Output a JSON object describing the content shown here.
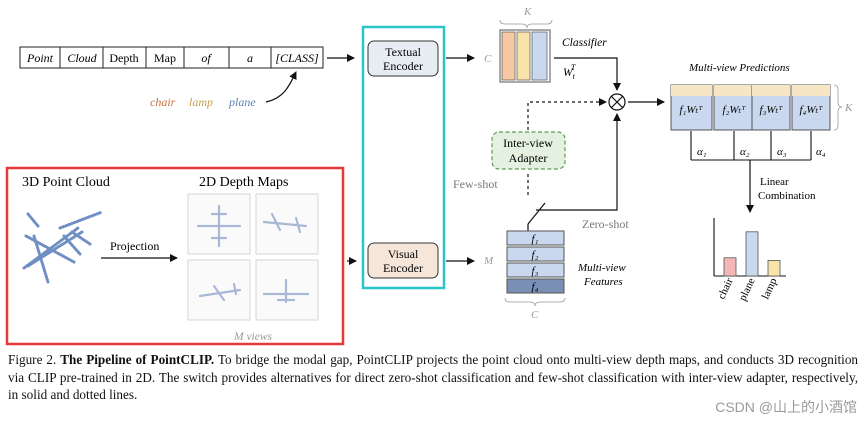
{
  "prompt_tokens": [
    "Point",
    "Cloud",
    "Depth",
    "Map",
    "of",
    "a",
    "[CLASS]"
  ],
  "class_words": [
    {
      "text": "chair",
      "color": "#c0713c"
    },
    {
      "text": "lamp",
      "color": "#c9a04a"
    },
    {
      "text": "plane",
      "color": "#5b7fb4"
    }
  ],
  "textual_encoder": [
    "Textual",
    "Encoder"
  ],
  "visual_encoder": [
    "Visual",
    "Encoder"
  ],
  "label_K": "K",
  "label_C": "C",
  "label_M": "M",
  "classifier": "Classifier",
  "wt": "W",
  "wt_sup": "T",
  "wt_sub": "t",
  "multiview_predictions": "Multi-view Predictions",
  "predictions": [
    "f₁Wₜᵀ",
    "f₂Wₜᵀ",
    "f₃Wₜᵀ",
    "f₄Wₜᵀ"
  ],
  "alphas": [
    "α₁",
    "α₂",
    "α₃",
    "α₄"
  ],
  "inter_view_adapter": [
    "Inter-view",
    "Adapter"
  ],
  "few_shot": "Few-shot",
  "zero_shot": "Zero-shot",
  "linear_combination": [
    "Linear",
    "Combination"
  ],
  "point_cloud_title": "3D Point Cloud",
  "depth_maps_title": "2D Depth Maps",
  "projection": "Projection",
  "m_views": "M views",
  "features": [
    "f₁",
    "f₂",
    "f₃",
    "f₄"
  ],
  "multiview_features": [
    "Multi-view",
    "Features"
  ],
  "bar_labels": [
    "chair",
    "plane",
    "lamp"
  ],
  "bar_values": [
    0.35,
    0.85,
    0.3
  ],
  "colors": {
    "red_box": "#e53935",
    "cyan_box": "#2bc4c9",
    "encoder_text": "#e8edf4",
    "encoder_visual": "#f6e6da",
    "adapter": "#e4f1e0",
    "adapter_border": "#5f9a55",
    "feature": "#c9d8ee",
    "feature_dark": "#7a8fb5",
    "pred": "#c9d8ee",
    "pred_top": "#f7e6c4",
    "orange": "#f6c9a4",
    "yellow": "#f8e3a8",
    "blue": "#c9d8ee",
    "bar_chair": "#f4b7b7",
    "bar_plane": "#c9d8ee",
    "bar_lamp": "#f8e3a8"
  },
  "caption": {
    "label": "Figure 2.",
    "title": "The Pipeline of PointCLIP.",
    "body": "To bridge the modal gap, PointCLIP projects the point cloud onto multi-view depth maps, and conducts 3D recognition via CLIP pre-trained in 2D. The switch provides alternatives for direct zero-shot classification and few-shot classification with inter-view adapter, respectively, in solid and dotted lines."
  },
  "watermark": "CSDN @山上的小酒馆"
}
